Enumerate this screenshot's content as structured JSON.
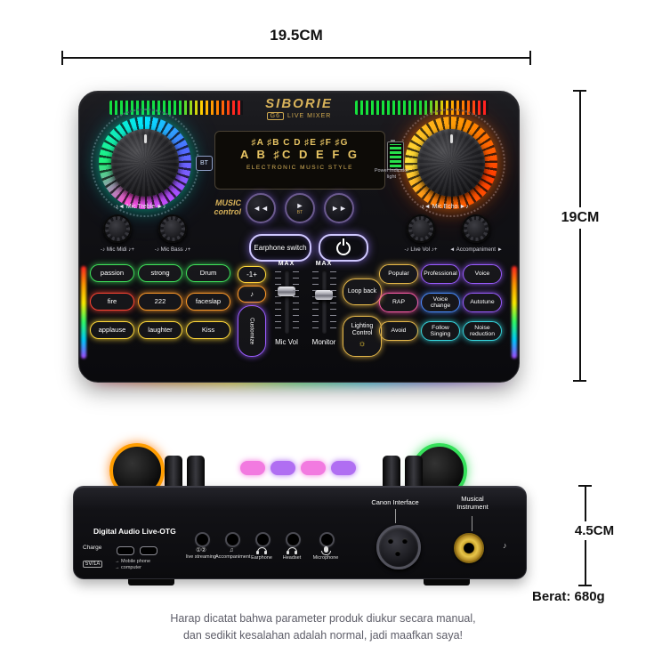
{
  "annotations": {
    "width_label": "19.5CM",
    "height_label": "19CM",
    "back_height_label": "4.5CM",
    "weight_label": "Berat: 680g"
  },
  "footer": {
    "line1": "Harap dicatat bahwa parameter produk diukur secara manual,",
    "line2": "dan sedikit kesalahan adalah normal, jadi maafkan saya!"
  },
  "device": {
    "brand": "SIBORIE",
    "model": "G6",
    "model_suffix": "LIVE MIXER",
    "screen": {
      "bt": "BT",
      "notes_row1": "♯A ♯B C D ♯E ♯F ♯G",
      "notes_row2": "A B ♯C D E F G",
      "subtitle": "ELECTRONIC MUSIC STYLE",
      "power_indicator": "Power Indicator light"
    },
    "music": {
      "label_top": "MUSIC",
      "label_bottom": "control",
      "prev": "◄◄",
      "play": "►",
      "next": "►►",
      "bt_small": "BT"
    },
    "eq": {
      "treble_header": "♪◄ Mic Treble ►♪",
      "echo_header": "♪◄ Mic Echo ►♪",
      "mic_midi": "-♪ Mic Midi ♪+",
      "mic_bass": "-♪ Mic Bass ♪+",
      "live_vol": "-♪ Live Vol ♪+",
      "accompaniment": "◄ Accompaniment ►"
    },
    "buttons": {
      "earphone_switch": "Earphone switch",
      "transpose": "-1+",
      "note": "♪",
      "customize": "Customize",
      "loop_back": "Loop back",
      "lighting_control": "Lighting Control",
      "lighting_icon": "☼"
    },
    "sliders": {
      "max": "MAX",
      "mic_vol": "Mic Vol",
      "monitor": "Monitor"
    },
    "left_pads": [
      "passion",
      "strong",
      "Drum",
      "fire",
      "222",
      "faceslap",
      "applause",
      "laughter",
      "Kiss"
    ],
    "right_pads": [
      "Popular",
      "Professional",
      "Voice",
      "RAP",
      "Voice change",
      "Autotune",
      "Avoid",
      "Follow Singing",
      "Noise reduction"
    ]
  },
  "back": {
    "digital_audio": "Digital Audio Live-OTG",
    "charge": "Charge",
    "charge_spec": "5V/1A",
    "otg_line1": "→ Mobile phone",
    "otg_line2": "→ computer",
    "jack_labels": [
      "live streaming",
      "Accompaniment",
      "Earphone",
      "Headset",
      "Microphone"
    ],
    "jack_icon_live": "①②",
    "jack_icon_accomp": "♫",
    "canon": "Canon Interface",
    "musical": "Musical Instrument",
    "instrument_icon": "♪"
  },
  "palette": {
    "gold": "#d9b35a",
    "green": "#3fe05a",
    "red": "#ff4433",
    "orange": "#ff9a2a",
    "yellow": "#ffd83a",
    "purple": "#9a5cff",
    "cyan": "#37d6de",
    "pink": "#ff5ca8",
    "blue": "#4a8cff"
  }
}
